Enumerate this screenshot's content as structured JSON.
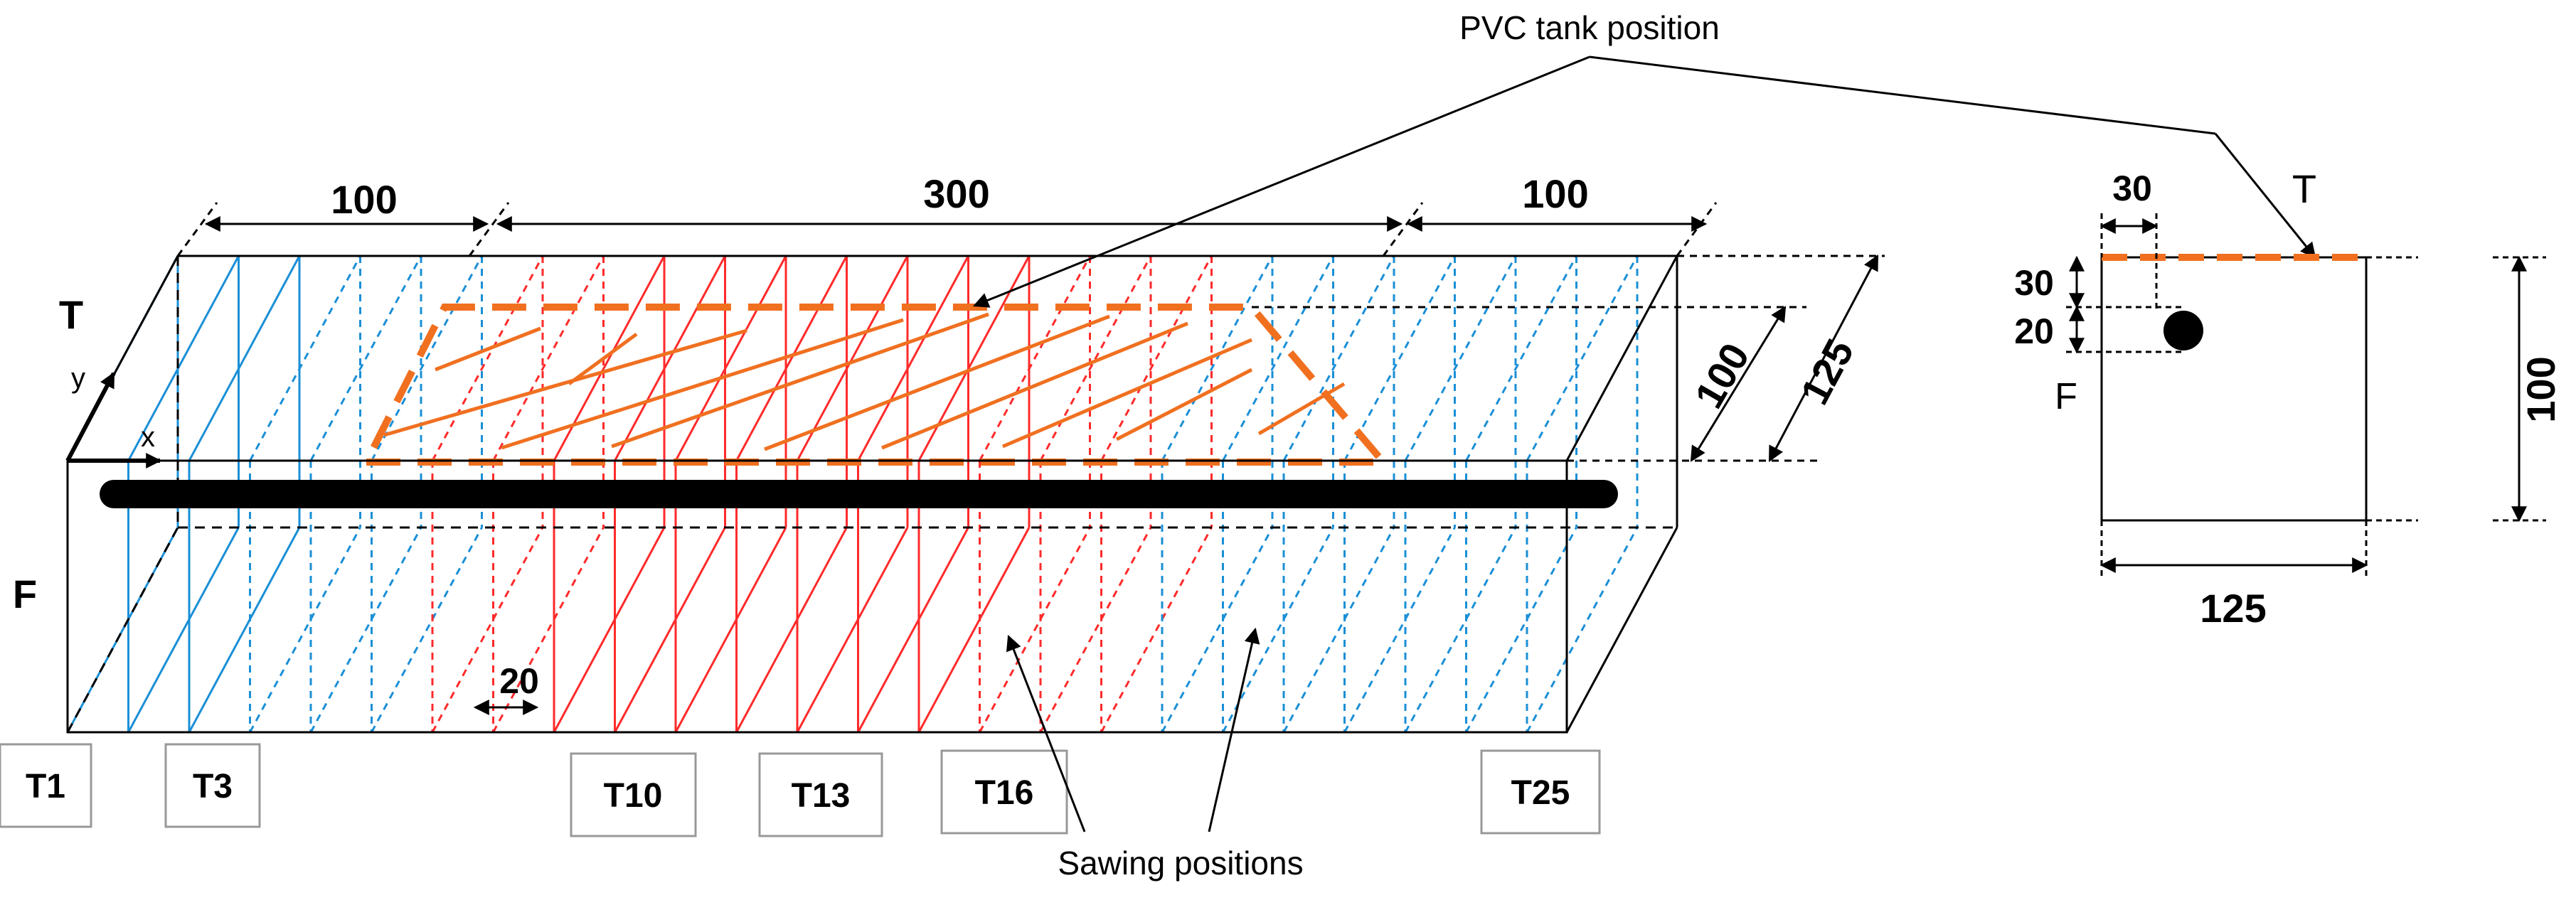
{
  "colors": {
    "ink": "#000000",
    "blue": "#1a8fd6",
    "red": "#ff2a2a",
    "orange": "#f07020",
    "bar": "#000000",
    "tag_border": "#999999"
  },
  "labels": {
    "pvc_tank": "PVC tank position",
    "sawing": "Sawing positions",
    "face_top": "T",
    "face_front": "F",
    "axis_x": "x",
    "axis_y": "y"
  },
  "dimensions": {
    "left_length": "100",
    "middle_length": "300",
    "right_length": "100",
    "depth_inner": "100",
    "depth_outer": "125",
    "slice_spacing": "20"
  },
  "slice_tags": [
    "T1",
    "T3",
    "T10",
    "T13",
    "T16",
    "T25"
  ],
  "cross_section": {
    "top_label": "T",
    "front_label": "F",
    "top_offset": "30",
    "cover": "30",
    "bar_diameter": "20",
    "height": "100",
    "width": "125"
  }
}
